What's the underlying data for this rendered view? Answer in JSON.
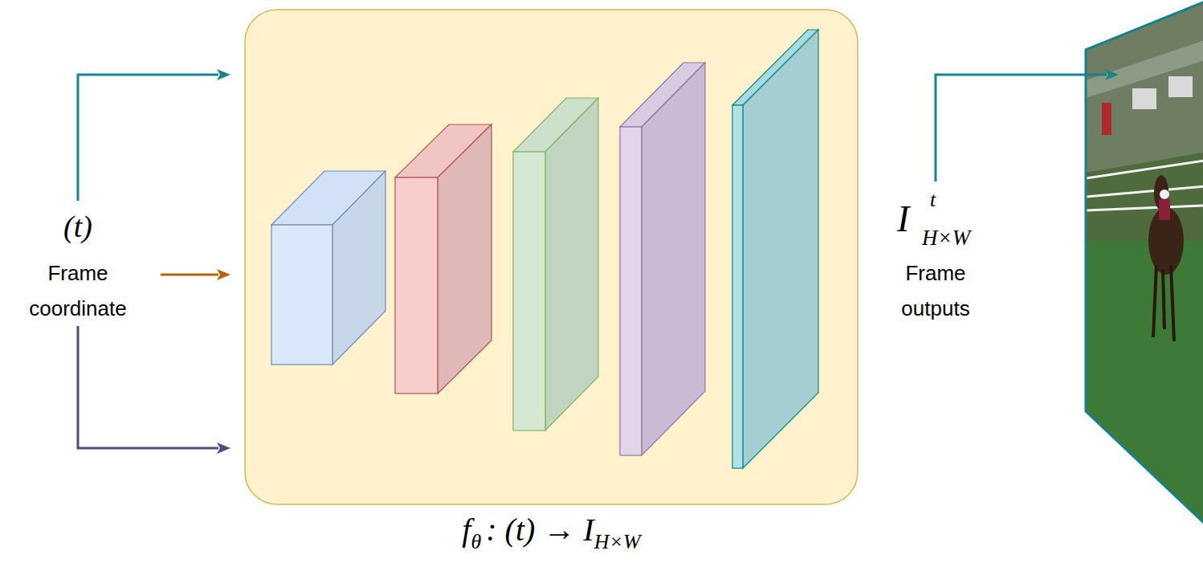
{
  "diagram": {
    "nodes": [
      {
        "text": [
          "f",
          "θ",
          ": (t) → I",
          "H×W"
        ]
      }
    ],
    "labels": [
      "(t)",
      "Frame coordinate",
      "I",
      "t",
      "H×W",
      "Frame outputs"
    ]
  }
}
